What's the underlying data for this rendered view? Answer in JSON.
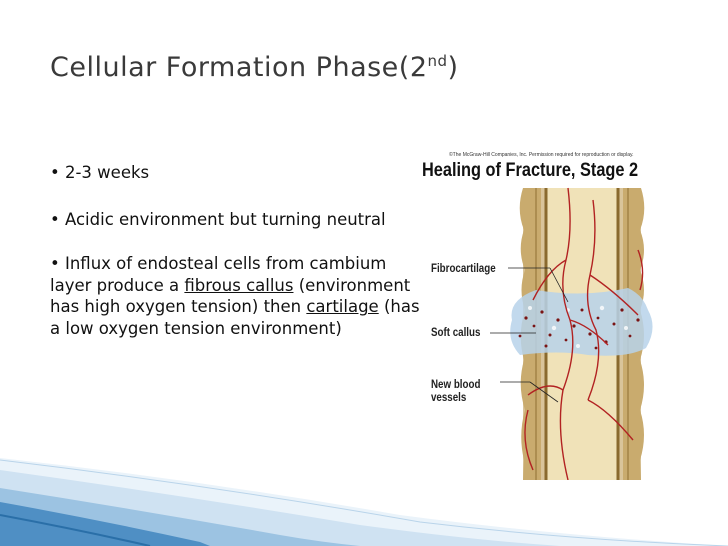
{
  "slide": {
    "title_main": "Cellular Formation Phase(2",
    "title_sup": "nd",
    "title_end": ")",
    "bullets": {
      "b1": "• 2-3 weeks",
      "b2": "• Acidic environment but turning neutral",
      "b3": {
        "p1": "• Influx of endosteal cells from cambium layer produce a ",
        "u1": "fibrous callus",
        "p2": " (environment has high oxygen tension) then ",
        "u2": "cartilage",
        "p3": " (has a low oxygen tension environment)"
      }
    }
  },
  "figure": {
    "credit": "©The McGraw-Hill Companies, Inc. Permission required for reproduction or display.",
    "title": "Healing of Fracture, Stage 2",
    "labels": {
      "fibrocartilage": "Fibrocartilage",
      "soft_callus": "Soft callus",
      "vessels_line1": "New blood",
      "vessels_line2": "vessels"
    }
  },
  "colors": {
    "title": "#3a3a3a",
    "bone": "#d9c49a",
    "bone_shade": "#8a6a2e",
    "marrow": "#f0e2b8",
    "vessel": "#b22222",
    "callus_blue": "#9fc3e0",
    "accent_blue": "#2a6fa8"
  }
}
